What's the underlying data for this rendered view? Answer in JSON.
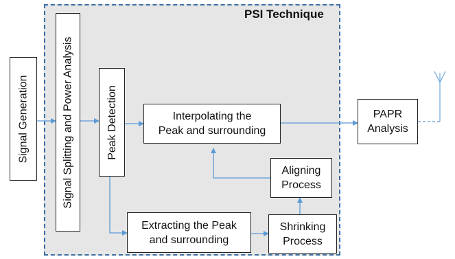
{
  "title": "PSI Technique",
  "blocks": {
    "signal_generation": "Signal Generation",
    "signal_splitting": "Signal Splitting and Power Analysis",
    "peak_detection": "Peak Detection",
    "interpolating": [
      "Interpolating the",
      "Peak and surrounding"
    ],
    "papr": [
      "PAPR",
      "Analysis"
    ],
    "aligning": [
      "Aligning",
      "Process"
    ],
    "extracting": [
      "Extracting the Peak",
      "and surrounding"
    ],
    "shrinking": [
      "Shrinking",
      "Process"
    ]
  },
  "colors": {
    "region_fill": "#e6e6e6",
    "region_border": "#3b6ea5",
    "connector": "#5b9bd5",
    "box_border": "#222222"
  },
  "icons": {
    "antenna": "antenna-icon"
  }
}
